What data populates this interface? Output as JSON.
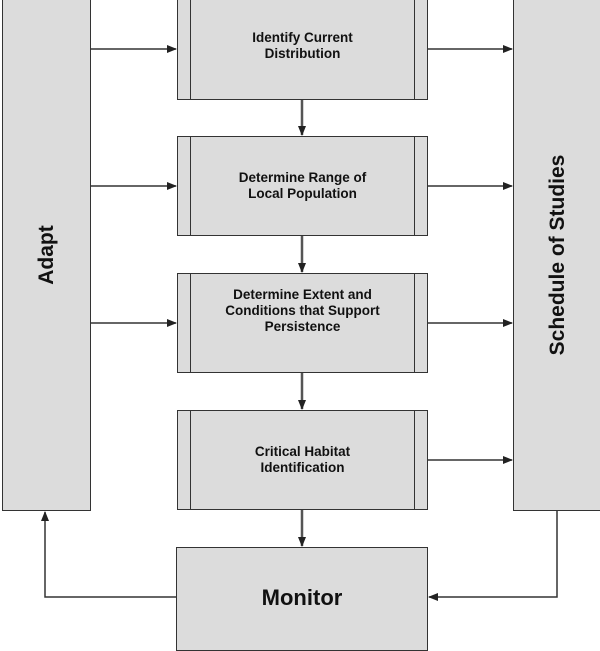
{
  "diagram": {
    "side_boxes": {
      "adapt": "Adapt",
      "schedule": "Schedule of Studies"
    },
    "process_steps": [
      "Identify Current\nDistribution",
      "Determine Range of\nLocal Population",
      "Determine Extent and\nConditions that Support\nPersistence",
      "Critical Habitat\nIdentification"
    ],
    "monitor": "Monitor",
    "colors": {
      "box_fill": "#dcdcdc",
      "line": "#333333",
      "background": "#ffffff"
    },
    "connections": [
      {
        "from": "Adapt",
        "to": "Identify Current Distribution"
      },
      {
        "from": "Adapt",
        "to": "Determine Range of Local Population"
      },
      {
        "from": "Adapt",
        "to": "Determine Extent and Conditions that Support Persistence"
      },
      {
        "from": "Identify Current Distribution",
        "to": "Schedule of Studies"
      },
      {
        "from": "Determine Range of Local Population",
        "to": "Schedule of Studies"
      },
      {
        "from": "Determine Extent and Conditions that Support Persistence",
        "to": "Schedule of Studies"
      },
      {
        "from": "Critical Habitat Identification",
        "to": "Schedule of Studies"
      },
      {
        "from": "Identify Current Distribution",
        "to": "Determine Range of Local Population"
      },
      {
        "from": "Determine Range of Local Population",
        "to": "Determine Extent and Conditions that Support Persistence"
      },
      {
        "from": "Determine Extent and Conditions that Support Persistence",
        "to": "Critical Habitat Identification"
      },
      {
        "from": "Critical Habitat Identification",
        "to": "Monitor"
      },
      {
        "from": "Monitor",
        "to": "Adapt"
      },
      {
        "from": "Schedule of Studies",
        "to": "Monitor"
      }
    ]
  }
}
